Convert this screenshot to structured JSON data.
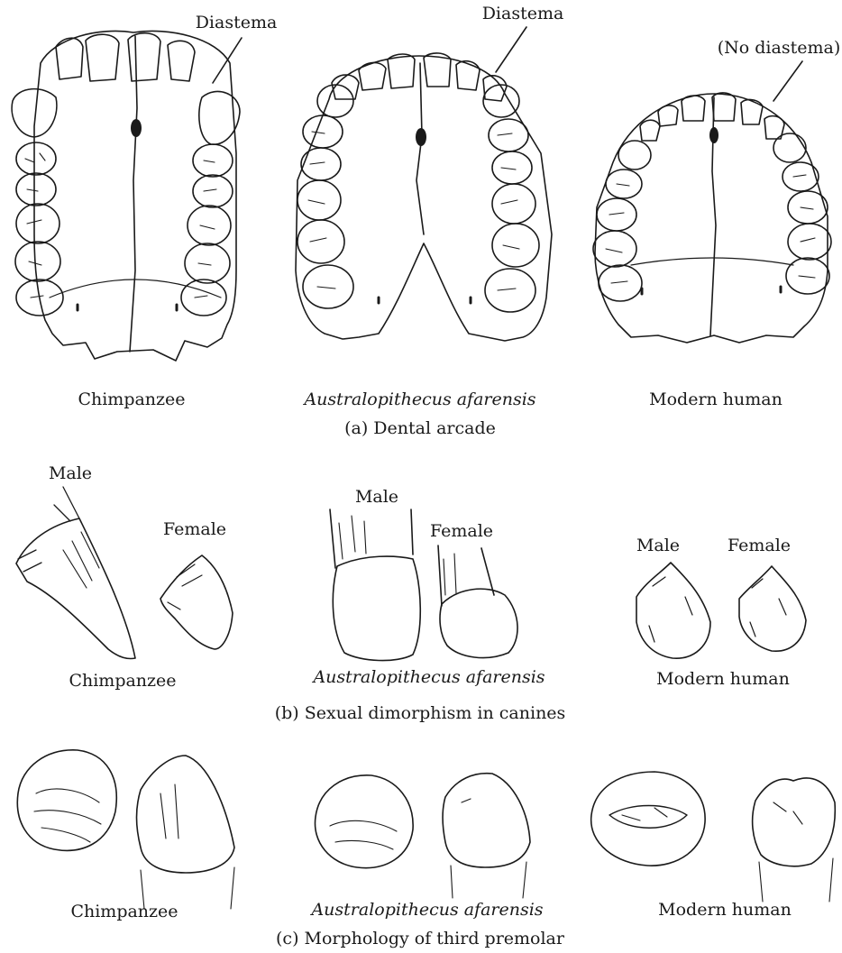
{
  "panel_a": {
    "caption": "(a) Dental arcade",
    "species": [
      "Chimpanzee",
      "Australopithecus afarensis",
      "Modern human"
    ],
    "annotations": [
      "Diastema",
      "Diastema",
      "(No diastema)"
    ]
  },
  "panel_b": {
    "caption": "(b) Sexual dimorphism in canines",
    "species": [
      "Chimpanzee",
      "Australopithecus afarensis",
      "Modern human"
    ],
    "sex_labels": {
      "chimp_male": "Male",
      "chimp_female": "Female",
      "afarensis_male": "Male",
      "afarensis_female": "Female",
      "human_male": "Male",
      "human_female": "Female"
    }
  },
  "panel_c": {
    "caption": "(c) Morphology of third premolar",
    "species": [
      "Chimpanzee",
      "Australopithecus afarensis",
      "Modern human"
    ]
  }
}
